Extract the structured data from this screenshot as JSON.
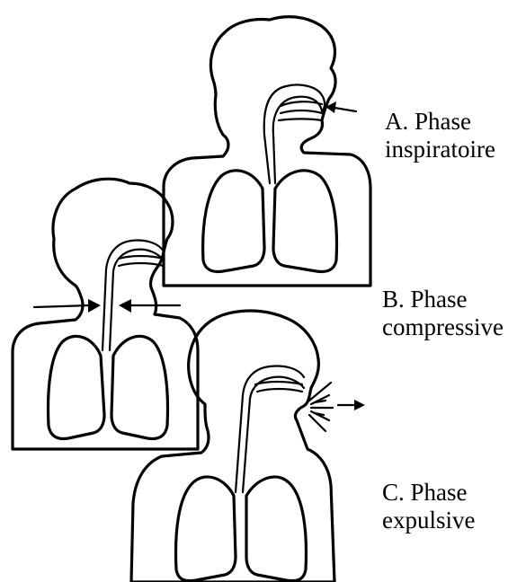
{
  "phases": [
    {
      "letter_title": "A. Phase",
      "subtitle": "inspiratoire"
    },
    {
      "letter_title": "B. Phase",
      "subtitle": "compressive"
    },
    {
      "letter_title": "C. Phase",
      "subtitle": "expulsive"
    }
  ]
}
